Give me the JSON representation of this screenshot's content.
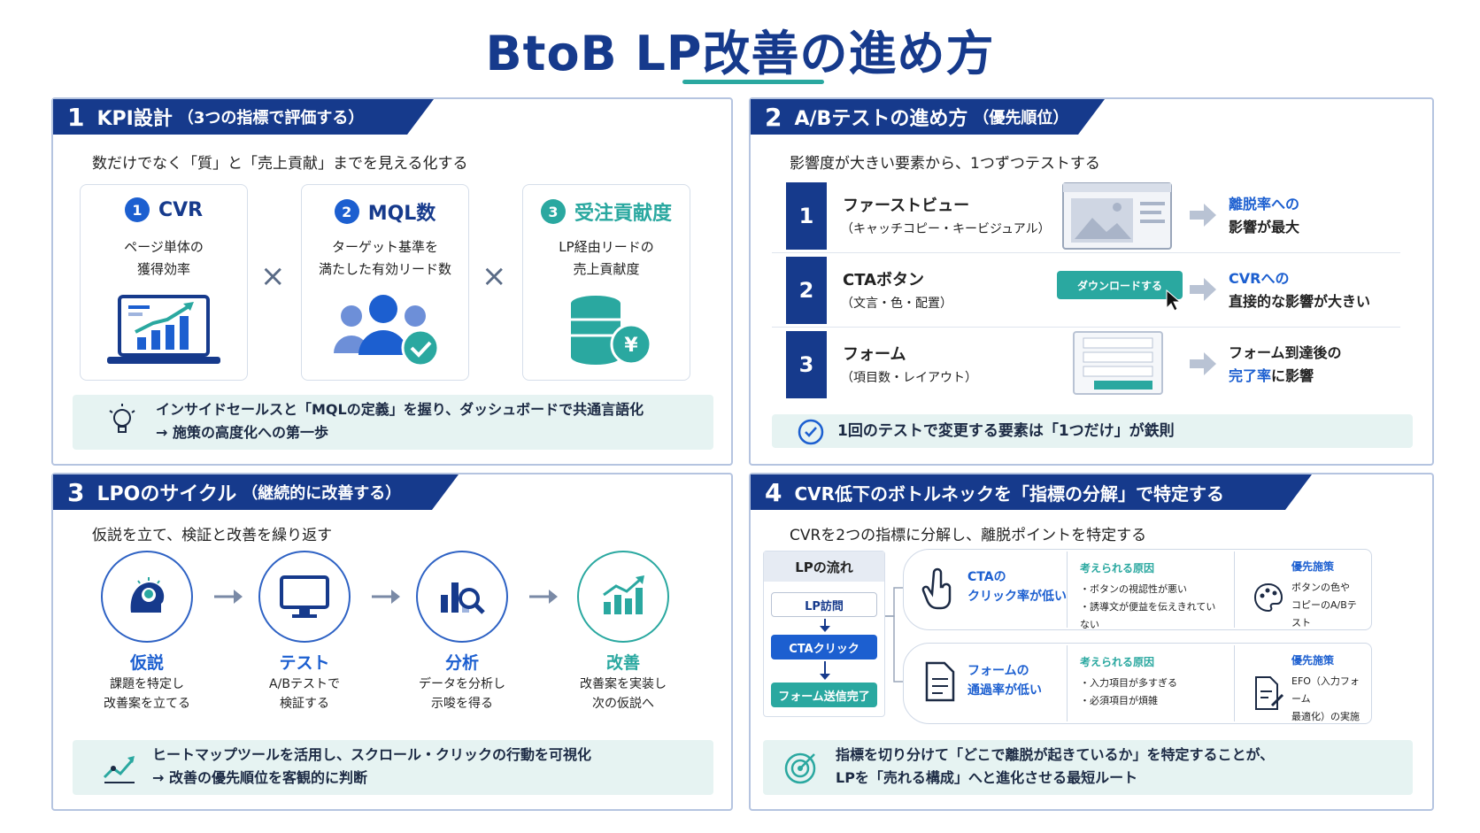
{
  "page_title": "BtoB LP改善の進め方",
  "colors": {
    "navy": "#163a8c",
    "teal": "#2aa8a0",
    "blue": "#1c5fd0",
    "tip_bg": "#e6f3f2"
  },
  "kpi": {
    "num": "1",
    "title": "KPI設計",
    "subtitle": "（3つの指標で評価する）",
    "lead": "数だけでなく「質」と「売上貢献」までを見える化する",
    "cards": [
      {
        "num": "1",
        "name": "CVR",
        "desc1": "ページ単体の",
        "desc2": "獲得効率",
        "icon": "laptop-chart-icon"
      },
      {
        "num": "2",
        "name": "MQL数",
        "desc1": "ターゲット基準を",
        "desc2": "満たした有効リード数",
        "icon": "people-check-icon"
      },
      {
        "num": "3",
        "name": "受注貢献度",
        "desc1": "LP経由リードの",
        "desc2": "売上貢献度",
        "icon": "coins-yen-icon"
      }
    ],
    "times": "×",
    "tip_line1": "インサイドセールスと「MQLの定義」を握り、ダッシュボードで共通言語化",
    "tip_line2": "→ 施策の高度化への第一歩"
  },
  "ab": {
    "num": "2",
    "title": "A/Bテストの進め方",
    "subtitle": "（優先順位）",
    "lead": "影響度が大きい要素から、1つずつテストする",
    "rows": [
      {
        "num": "1",
        "name": "ファーストビュー",
        "sub": "（キャッチコピー・キービジュアル）",
        "eff1": "離脱率への",
        "eff2": "影響が最大"
      },
      {
        "num": "2",
        "name": "CTAボタン",
        "sub": "（文言・色・配置）",
        "button": "ダウンロードする",
        "eff1": "CVRへの",
        "eff2": "直接的な影響が大きい"
      },
      {
        "num": "3",
        "name": "フォーム",
        "sub": "（項目数・レイアウト）",
        "eff1": "フォーム到達後の",
        "eff2a": "完了率",
        "eff2b": "に影響"
      }
    ],
    "rule": "1回のテストで変更する要素は「1つだけ」が鉄則"
  },
  "lpo": {
    "num": "3",
    "title": "LPOのサイクル",
    "subtitle": "（継続的に改善する）",
    "lead": "仮説を立て、検証と改善を繰り返す",
    "steps": [
      {
        "name": "仮説",
        "desc1": "課題を特定し",
        "desc2": "改善案を立てる",
        "icon": "head-lightbulb-icon"
      },
      {
        "name": "テスト",
        "desc1": "A/Bテストで",
        "desc2": "検証する",
        "icon": "monitor-icon"
      },
      {
        "name": "分析",
        "desc1": "データを分析し",
        "desc2": "示唆を得る",
        "icon": "chart-magnifier-icon"
      },
      {
        "name": "改善",
        "desc1": "改善案を実装し",
        "desc2": "次の仮説へ",
        "icon": "growth-chart-icon"
      }
    ],
    "tip_line1": "ヒートマップツールを活用し、スクロール・クリックの行動を可視化",
    "tip_line2": "→ 改善の優先順位を客観的に判断"
  },
  "bottleneck": {
    "num": "4",
    "title": "CVR低下のボトルネックを「指標の分解」で特定する",
    "lead": "CVRを2つの指標に分解し、離脱ポイントを特定する",
    "flow_head": "LPの流れ",
    "flow_steps": [
      "LP訪問",
      "CTAクリック",
      "フォーム送信完了"
    ],
    "cards": [
      {
        "name1": "CTAの",
        "name2": "クリック率が低い",
        "cause_head": "考えられる原因",
        "cause1": "・ボタンの視認性が悪い",
        "cause2": "・誘導文が便益を伝えきれていない",
        "meas_head": "優先施策",
        "meas1": "ボタンの色や",
        "meas2": "コピーのA/Bテスト"
      },
      {
        "name1": "フォームの",
        "name2": "通過率が低い",
        "cause_head": "考えられる原因",
        "cause1": "・入力項目が多すぎる",
        "cause2": "・必須項目が煩雑",
        "meas_head": "優先施策",
        "meas1": "EFO（入力フォーム",
        "meas2": "最適化）の実施"
      }
    ],
    "tip_line1": "指標を切り分けて「どこで離脱が起きているか」を特定することが、",
    "tip_line2": "LPを「売れる構成」へと進化させる最短ルート"
  }
}
